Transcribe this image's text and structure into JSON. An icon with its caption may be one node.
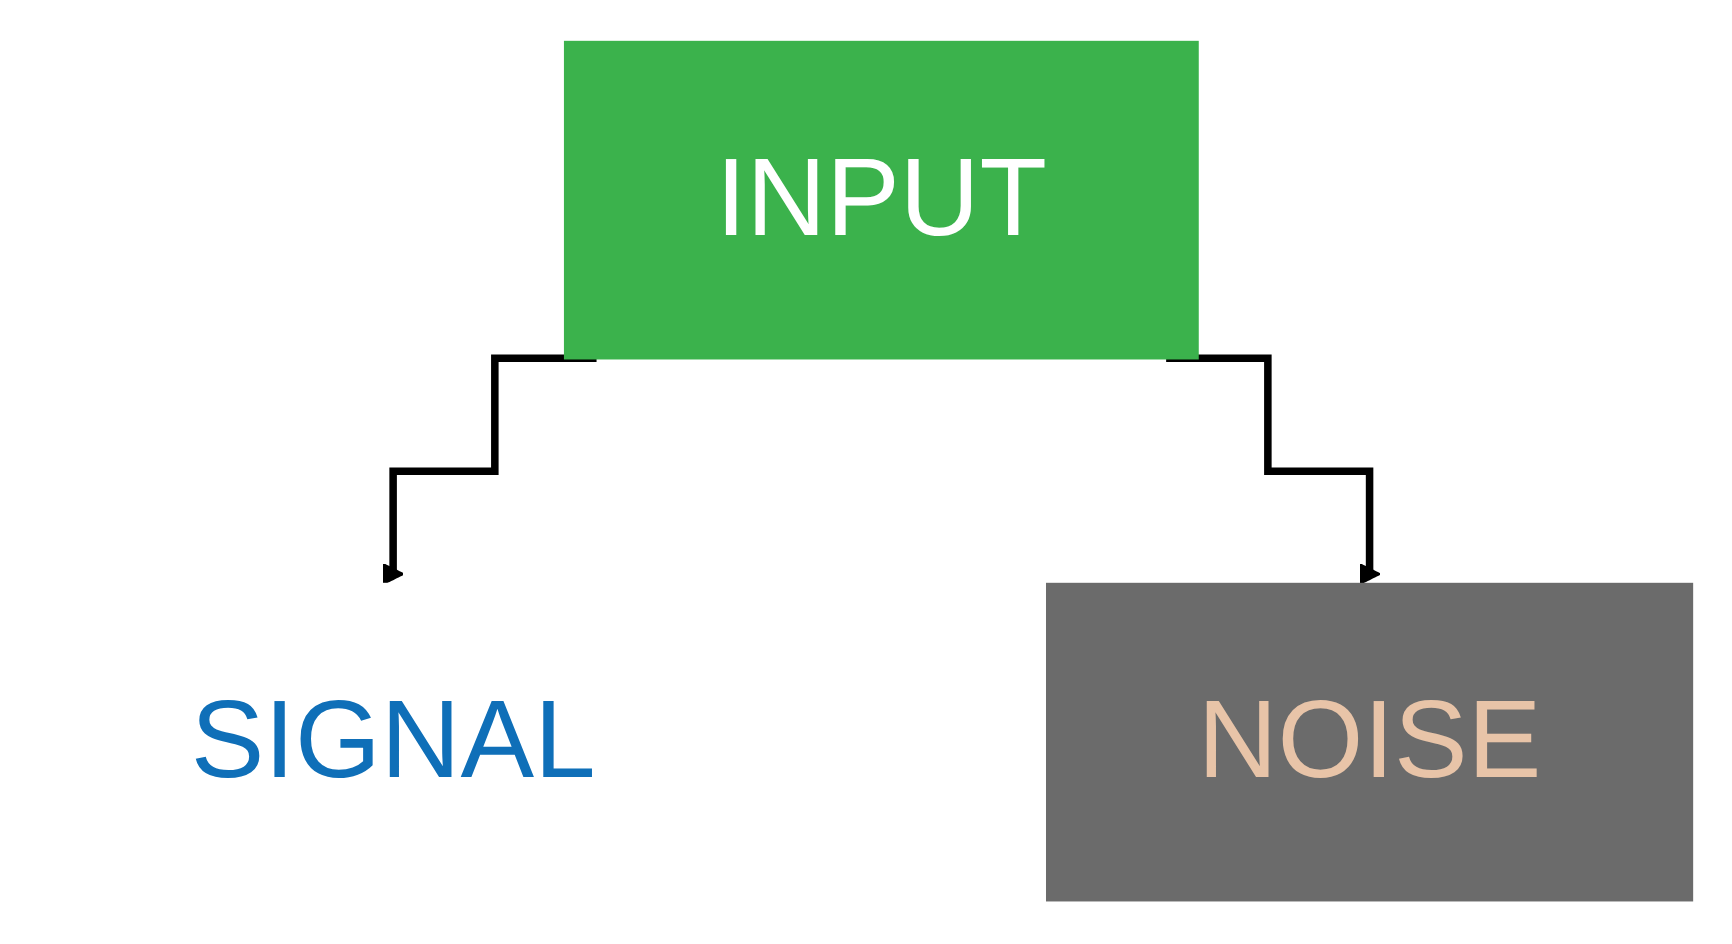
{
  "diagram": {
    "nodes": [
      {
        "text": [
          "INPUT"
        ]
      },
      {
        "text": [
          "SIGNAL"
        ]
      },
      {
        "text": [
          "NOISE"
        ]
      }
    ],
    "edges": [
      {
        "from": 0,
        "to": 1,
        "arrow": "to"
      },
      {
        "from": 0,
        "to": 2,
        "arrow": "to"
      }
    ]
  }
}
